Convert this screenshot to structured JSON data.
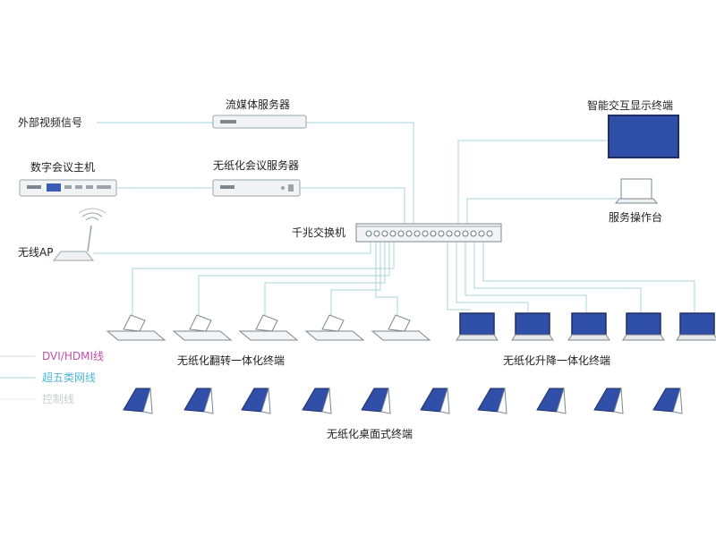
{
  "labels": {
    "external_video": "外部视频信号",
    "streaming_server": "流媒体服务器",
    "digital_host": "数字会议主机",
    "paperless_server": "无纸化会议服务器",
    "wireless_ap": "无线AP",
    "gigabit_switch": "千兆交换机",
    "smart_display": "智能交互显示终端",
    "service_console": "服务操作台",
    "flip_terminal": "无纸化翻转一体化终端",
    "lift_terminal": "无纸化升降一体化终端",
    "desktop_terminal": "无纸化桌面式终端"
  },
  "legend": [
    {
      "label": "DVI/HDMI线",
      "color": "#c24fa8",
      "line_color": "#cfd8dc"
    },
    {
      "label": "超五类网线",
      "color": "#4fb6d8",
      "line_color": "#a9d4d9"
    },
    {
      "label": "控制线",
      "color": "#d7dadb",
      "line_color": "#eeeeee"
    }
  ],
  "colors": {
    "line": "#a9d4d9",
    "screen_blue": "#2f4fa8",
    "device_gray": "#e6e8ea"
  }
}
